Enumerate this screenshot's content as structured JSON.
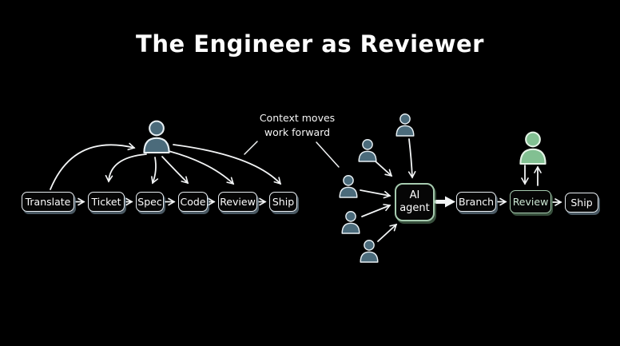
{
  "title": "The Engineer as Reviewer",
  "annotation": {
    "line1": "Context moves",
    "line2": "work forward"
  },
  "left_flow": {
    "actor_icon": "person-icon",
    "steps": [
      "Translate",
      "Ticket",
      "Spec",
      "Code",
      "Review",
      "Ship"
    ]
  },
  "right_flow": {
    "stakeholder_icon": "person-icon",
    "reviewer_icon": "person-icon",
    "agent": [
      "AI",
      "agent"
    ],
    "steps": [
      "Branch",
      "Review",
      "Ship"
    ]
  },
  "colors": {
    "background": "#000000",
    "line": "#f2f4f5",
    "box_border": "#e9eef2",
    "box_shadow_blue": "#94b2c6",
    "accent_green_border": "#a6cbaf",
    "accent_green_text": "#cde8d4",
    "person_blue_fill": "#4b6b7b",
    "person_green_fill": "#82c092"
  }
}
